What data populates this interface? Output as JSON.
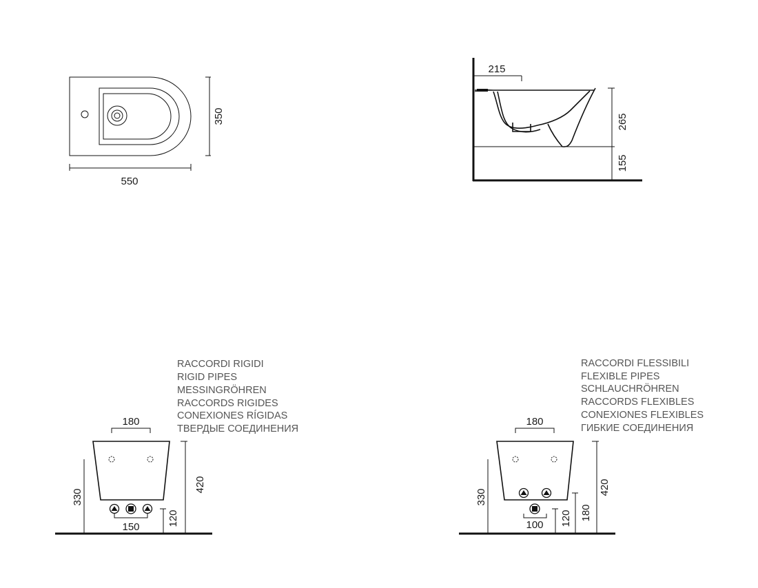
{
  "top_view": {
    "width_mm": "550",
    "depth_mm": "350"
  },
  "side_view": {
    "offset_mm": "215",
    "bowl_height_mm": "265",
    "floor_clearance_mm": "155"
  },
  "rigid_pipes": {
    "labels": [
      "RACCORDI RIGIDI",
      "RIGID PIPES",
      "MESSINGRÖHREN",
      "RACCORDS RIGIDES",
      "CONEXIONES RÍGIDAS",
      "ТВЕРДЫЕ СОЕДИНЕНИЯ"
    ],
    "fixing_spacing_mm": "180",
    "fixing_height_mm": "330",
    "total_height_mm": "420",
    "pipe_spacing_mm": "150",
    "pipe_height_mm": "120"
  },
  "flexible_pipes": {
    "labels": [
      "RACCORDI FLESSIBILI",
      "FLEXIBLE PIPES",
      "SCHLAUCHRÖHREN",
      "RACCORDS FLEXIBLES",
      "CONEXIONES FLEXIBLES",
      "ГИБКИЕ СОЕДИНЕНИЯ"
    ],
    "fixing_spacing_mm": "180",
    "fixing_height_mm": "330",
    "total_height_mm": "420",
    "pipe_spacing_mm": "100",
    "drain_height_mm": "120",
    "supply_height_mm": "180"
  }
}
